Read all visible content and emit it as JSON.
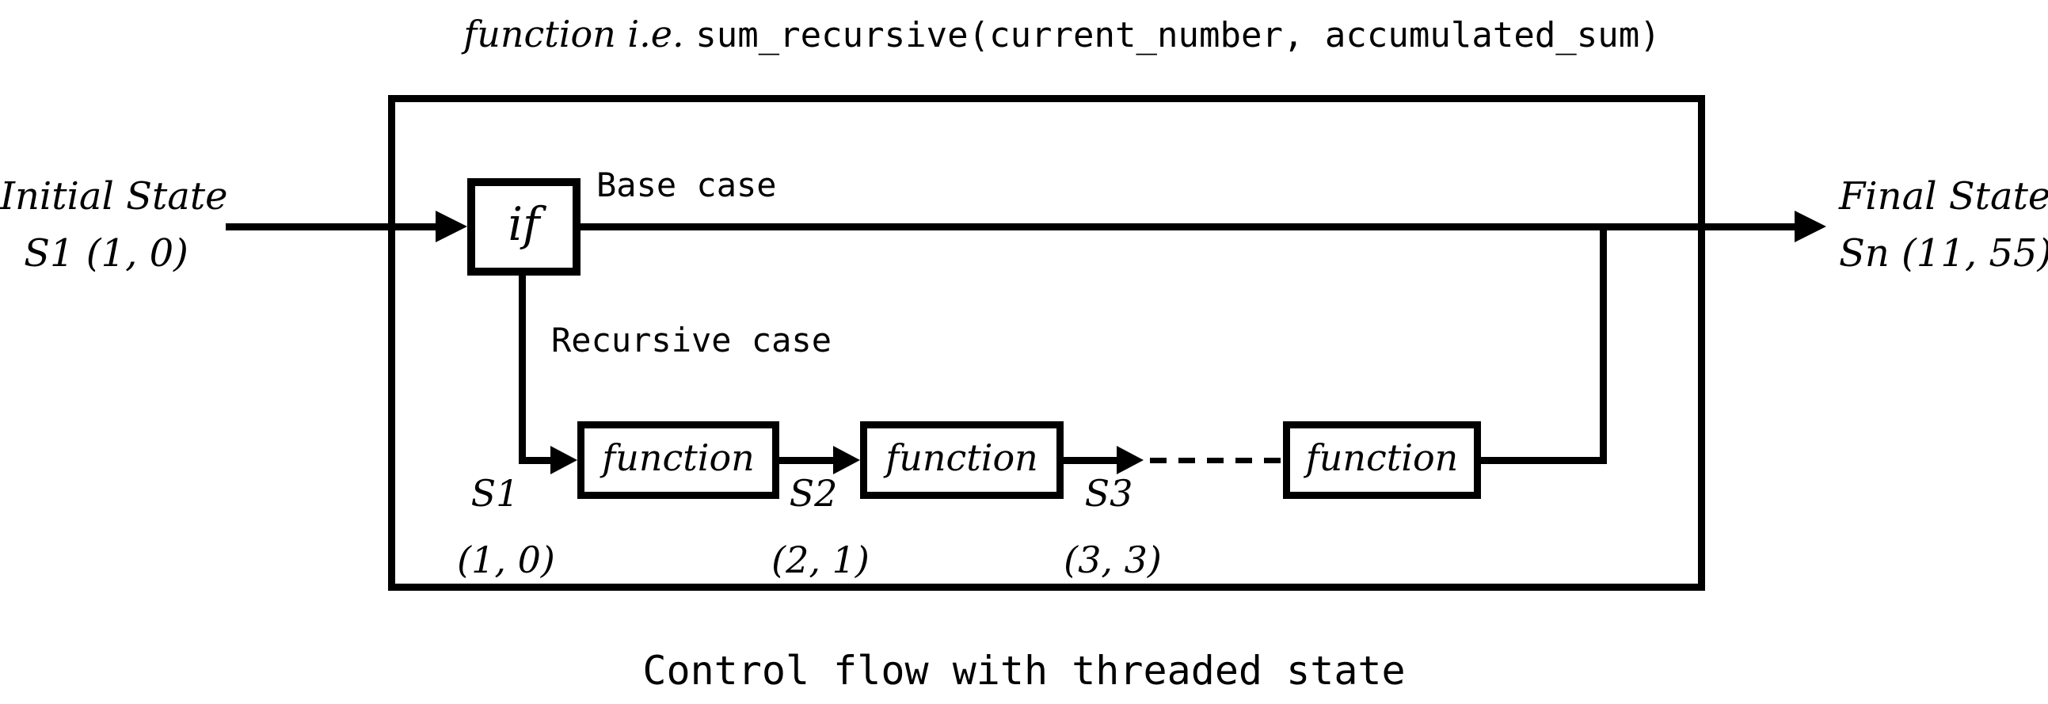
{
  "title": {
    "prefix": "function i.e. ",
    "code": "sum_recursive(current_number, accumulated_sum)"
  },
  "initial_state": {
    "line1": "Initial State",
    "line2": "S1 (1, 0)"
  },
  "final_state": {
    "line1": "Final State",
    "line2": "Sn (11, 55)"
  },
  "branches": {
    "base_case": "Base case",
    "recursive_case": "Recursive case"
  },
  "if_node": {
    "label": "if"
  },
  "function_nodes": [
    {
      "label": "function"
    },
    {
      "label": "function"
    },
    {
      "label": "function"
    }
  ],
  "states": [
    {
      "name": "S1",
      "tuple": "(1, 0)"
    },
    {
      "name": "S2",
      "tuple": "(2, 1)"
    },
    {
      "name": "S3",
      "tuple": "(3, 3)"
    }
  ],
  "caption": "Control flow with threaded state",
  "colors": {
    "ink": "#000000",
    "background": "#ffffff"
  }
}
